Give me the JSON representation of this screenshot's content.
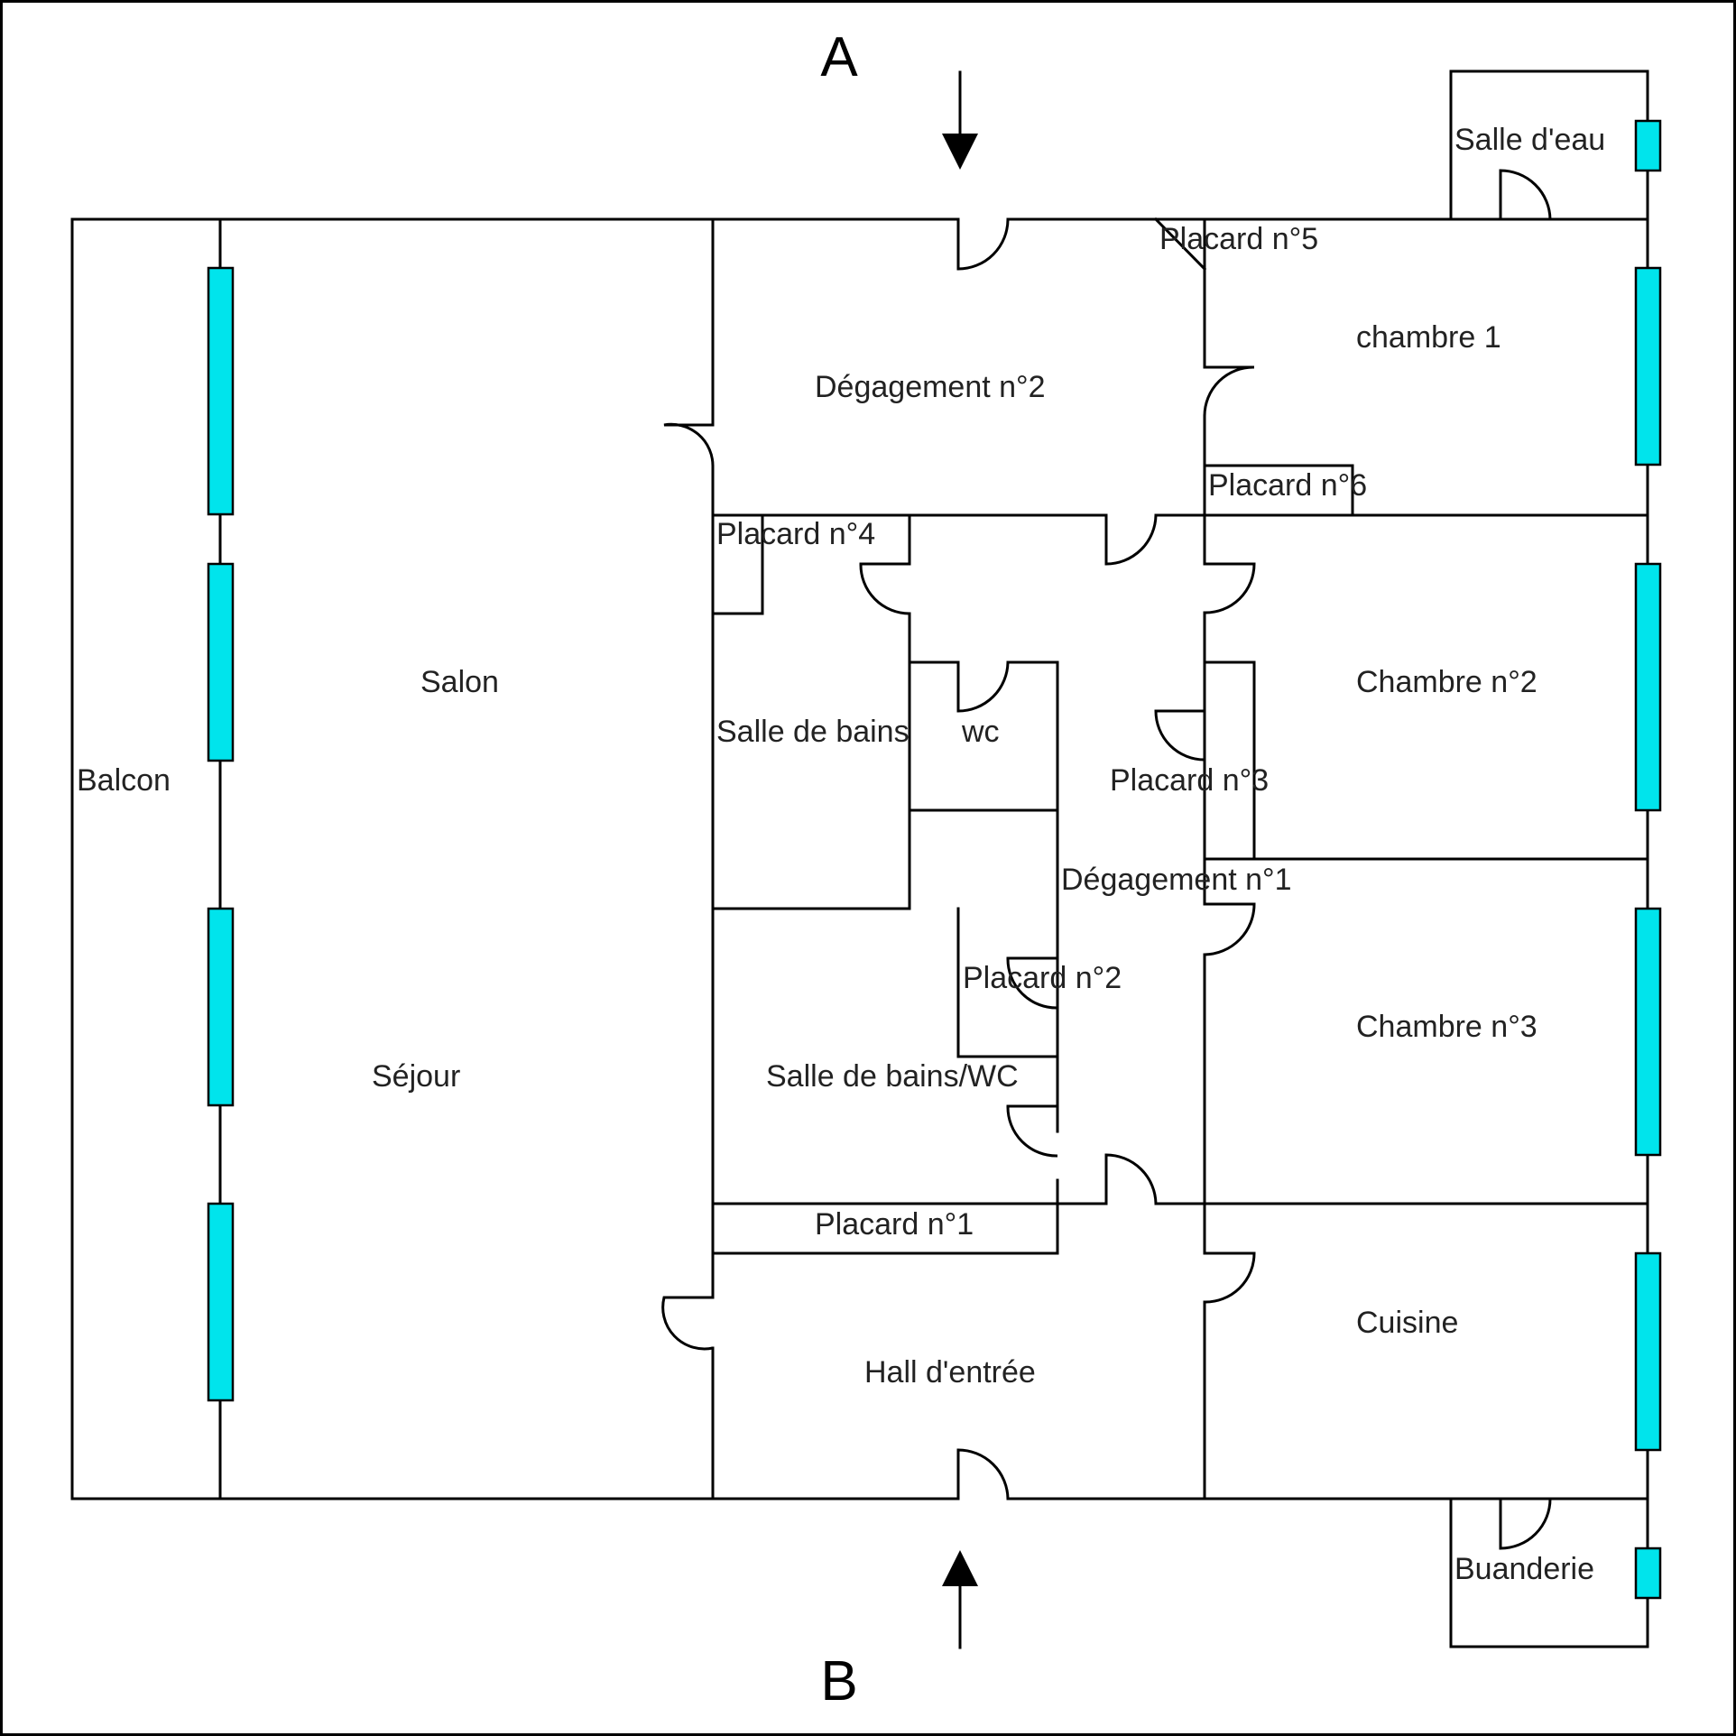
{
  "colors": {
    "window": "#00e4ec",
    "wall": "#000000",
    "background": "#ffffff"
  },
  "markers": {
    "a": "A",
    "b": "B"
  },
  "rooms": {
    "balcon": "Balcon",
    "salon": "Salon",
    "sejour": "Séjour",
    "degagement2": "Dégagement n°2",
    "degagement1": "Dégagement n°1",
    "placard1": "Placard n°1",
    "placard2": "Placard n°2",
    "placard3": "Placard n°3",
    "placard4": "Placard n°4",
    "placard5": "Placard n°5",
    "placard6": "Placard n°6",
    "salle_de_bains": "Salle de bains",
    "wc": "wc",
    "salle_de_bains_wc": "Salle de bains/WC",
    "hall": "Hall d'entrée",
    "salle_deau": "Salle d'eau",
    "chambre1": "chambre 1",
    "chambre2": "Chambre n°2",
    "chambre3": "Chambre n°3",
    "cuisine": "Cuisine",
    "buanderie": "Buanderie"
  }
}
